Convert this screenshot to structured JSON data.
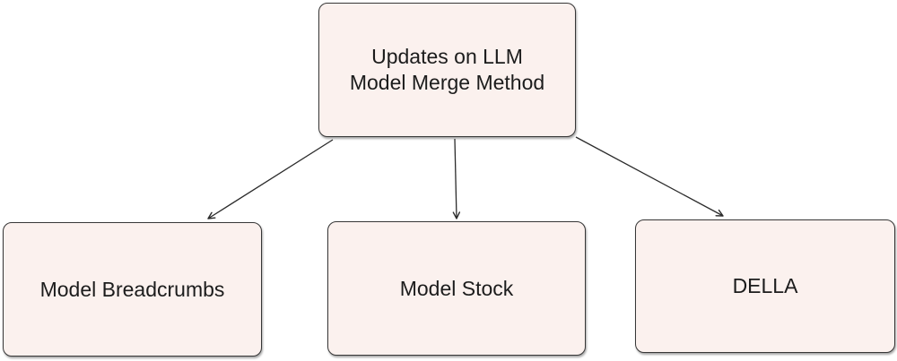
{
  "diagram": {
    "type": "flowchart",
    "background_color": "#ffffff",
    "node_fill_color": "#fbf1ee",
    "node_border_color": "#373737",
    "arrow_color": "#2b2b2b",
    "nodes": [
      {
        "id": "updates-root",
        "label": "Updates on LLM Model Merge Method"
      },
      {
        "id": "model-breadcrumbs",
        "label": "Model Breadcrumbs"
      },
      {
        "id": "model-stock",
        "label": "Model Stock"
      },
      {
        "id": "della",
        "label": "DELLA"
      }
    ],
    "edges": [
      {
        "from": "updates-root",
        "to": "model-breadcrumbs"
      },
      {
        "from": "updates-root",
        "to": "model-stock"
      },
      {
        "from": "updates-root",
        "to": "della"
      }
    ]
  }
}
